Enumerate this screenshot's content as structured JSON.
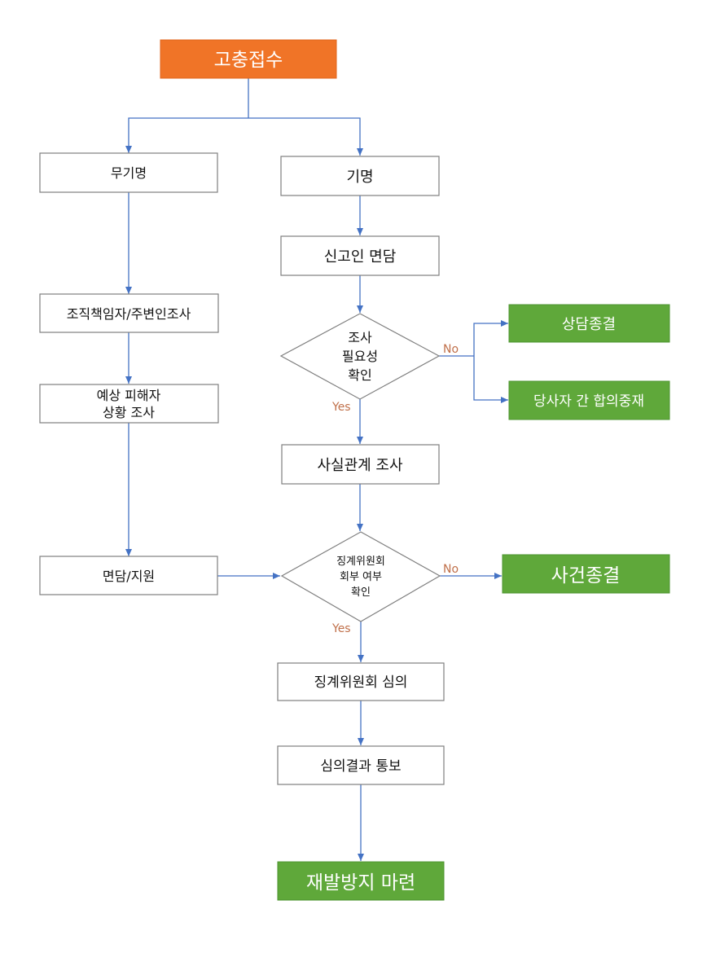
{
  "nodes": {
    "complaint_intake": "고충접수",
    "anonymous": "무기명",
    "named": "기명",
    "reporter_interview": "신고인 면담",
    "org_investigation": "조직책임자/주변인조사",
    "check_need_lines": [
      "조사",
      "필요성",
      "확인"
    ],
    "counseling_closure": "상담종결",
    "mediation": "당사자 간 합의중재",
    "victim_investigation_lines": [
      "예상 피해자",
      "상황 조사"
    ],
    "fact_investigation": "사실관계 조사",
    "interview_support": "면담/지원",
    "committee_check_lines": [
      "징계위원회",
      "회부 여부",
      "확인"
    ],
    "case_closure": "사건종결",
    "committee_review": "징계위원회 심의",
    "result_notice": "심의결과 통보",
    "prevention": "재발방지 마련"
  },
  "labels": {
    "no": "No",
    "yes": "Yes"
  },
  "colors": {
    "start_fill": "#f07427",
    "end_fill": "#5fa83a",
    "arrow": "#4472c4",
    "branch_label": "#c0704a"
  }
}
